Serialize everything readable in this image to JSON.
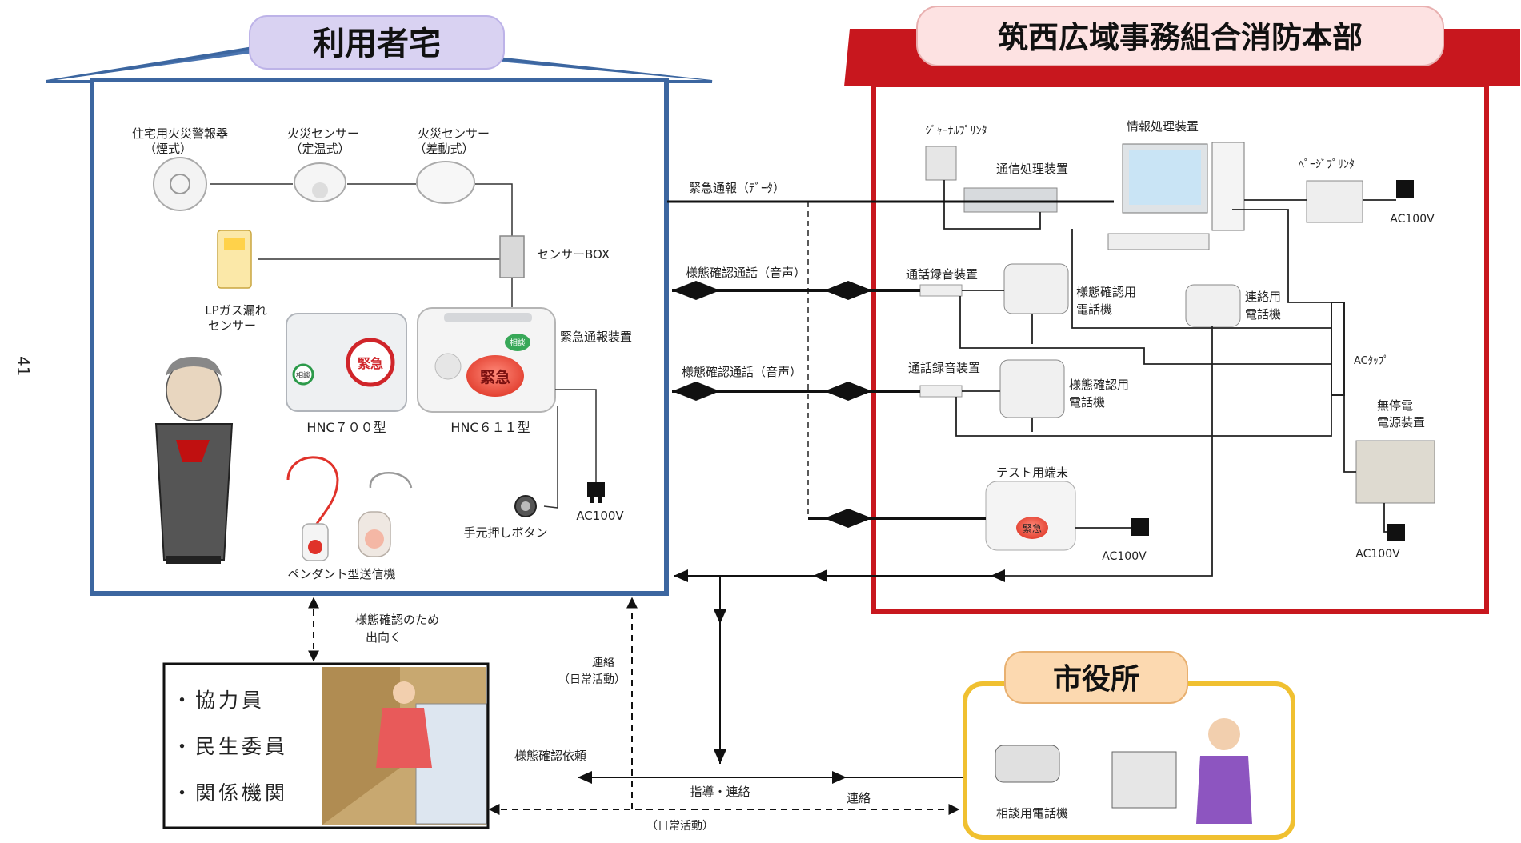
{
  "page_number": "41",
  "house": {
    "title": "利用者宅",
    "detector_smoke": [
      "住宅用火災警報器",
      "（煙式）"
    ],
    "sensor_fixed": [
      "火災センサー",
      "（定温式）"
    ],
    "sensor_rate": [
      "火災センサー",
      "（差動式）"
    ],
    "sensor_box": "センサーBOX",
    "lp_gas": [
      "LPガス漏れ",
      "センサー"
    ],
    "device_label": "緊急通報装置",
    "hnc700": "HNC７００型",
    "hnc611": "HNC６１１型",
    "emergency_btn": "緊急",
    "consult_btn": "相談",
    "hand_button": "手元押しボタン",
    "ac100v": "AC100V",
    "pendant": "ペンダント型送信機"
  },
  "fire_hq": {
    "title": "筑西広域事務組合消防本部",
    "journal_printer": "ｼﾞｬｰﾅﾙﾌﾟﾘﾝﾀ",
    "comm_processor": "通信処理装置",
    "info_processor": "情報処理装置",
    "page_printer": "ﾍﾟｰｼﾞﾌﾟﾘﾝﾀ",
    "ac100v": "AC100V",
    "recorder1": "通話録音装置",
    "recorder2": "通話録音装置",
    "phone_status1": [
      "様態確認用",
      "電話機"
    ],
    "phone_status2": [
      "様態確認用",
      "電話機"
    ],
    "phone_contact": [
      "連絡用",
      "電話機"
    ],
    "ac_tap": "ACﾀｯﾌﾟ",
    "ups": [
      "無停電",
      "電源装置"
    ],
    "ups_ac": "AC100V",
    "test_terminal": "テスト用端末",
    "test_ac": "AC100V"
  },
  "links": {
    "emergency_data": "緊急通報（ﾃﾞｰﾀ）",
    "status_call_1": "様態確認通話（音声）",
    "status_call_2": "様態確認通話（音声）",
    "go_out": [
      "様態確認のため",
      "出向く"
    ],
    "contact_daily": [
      "連絡",
      "（日常活動）"
    ],
    "status_request": "様態確認依頼",
    "guidance": "指導・連絡",
    "contact": "連絡",
    "daily": "（日常活動）"
  },
  "cooperators": {
    "items": [
      "・協力員",
      "・民生委員",
      "・関係機関"
    ]
  },
  "city_hall": {
    "title": "市役所",
    "phone": "相談用電話機"
  },
  "colors": {
    "house_frame": "#3c66a0",
    "house_title_bg": "#d9d2f2",
    "hq_red": "#c8171e",
    "hq_title_bg": "#fde2e2",
    "city_yellow": "#f0c030",
    "city_title_bg": "#fcd9b0"
  }
}
